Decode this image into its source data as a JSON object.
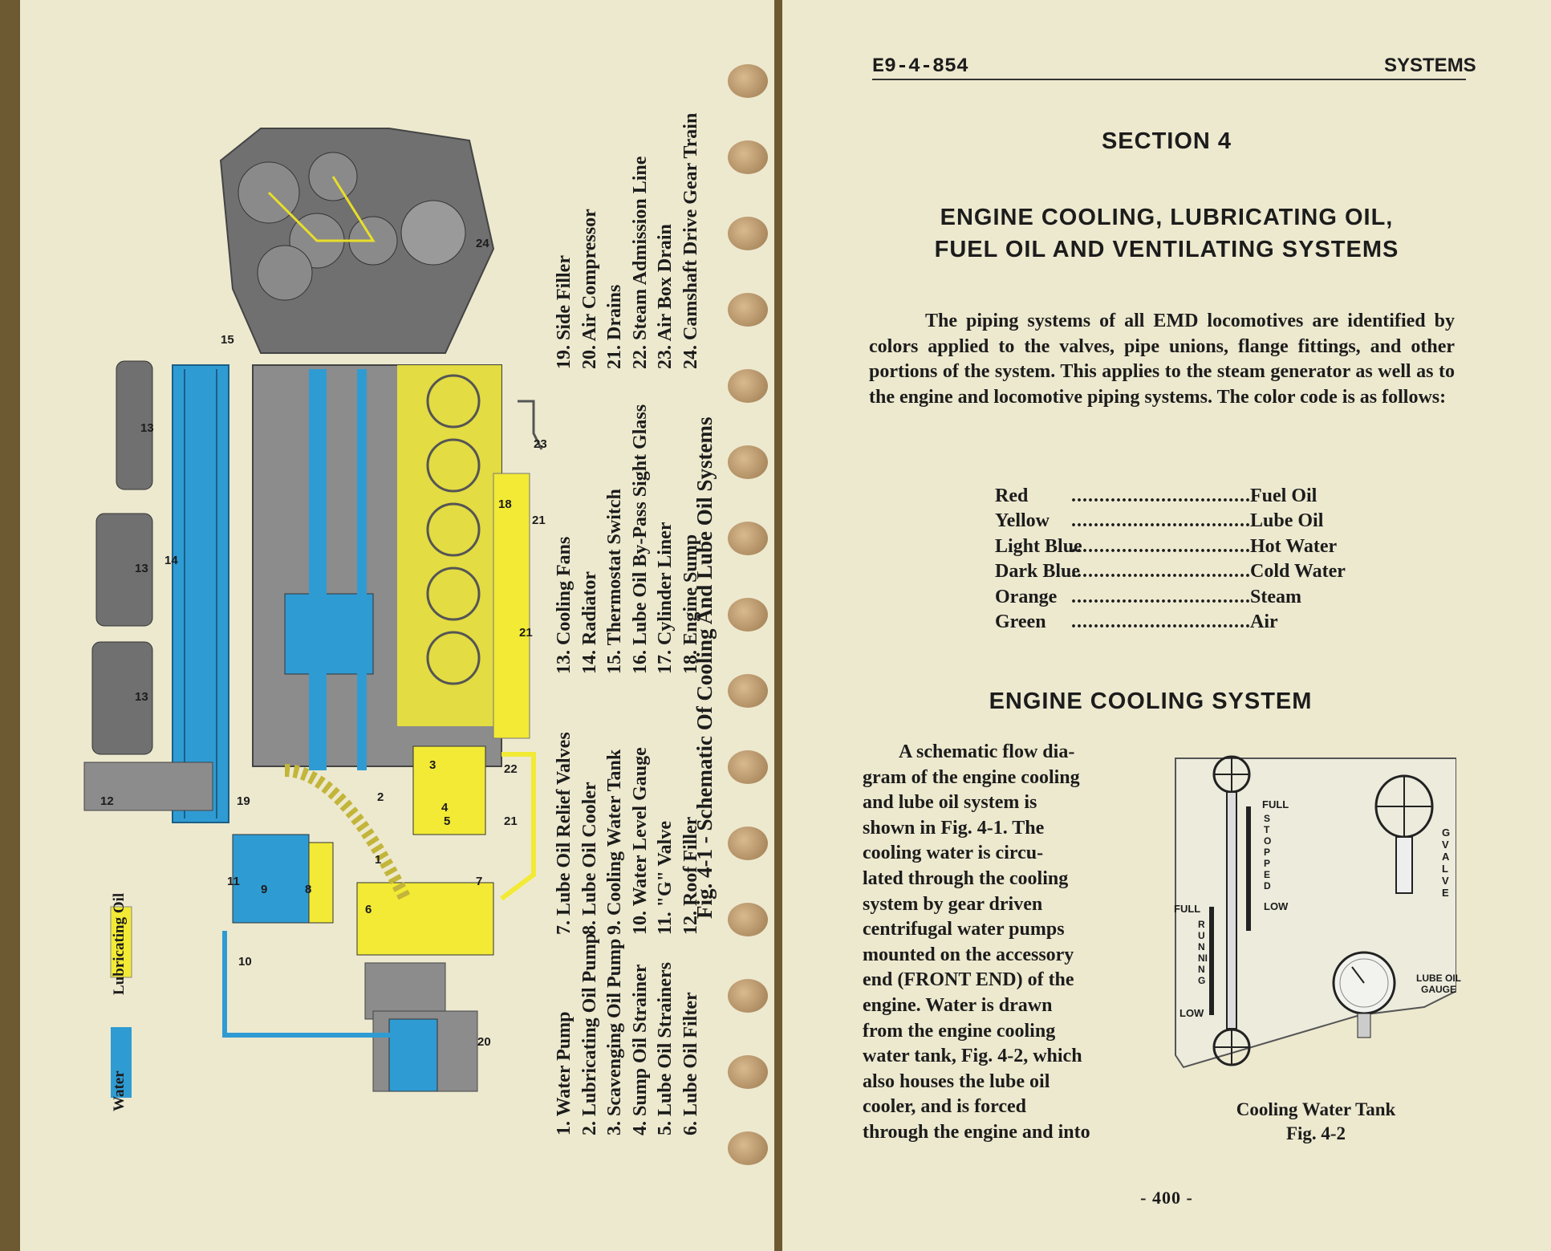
{
  "left_page": {
    "legend": {
      "water": "Water",
      "lube_oil": "Lubricating Oil"
    },
    "legend_colors": {
      "water": "#2f9bd3",
      "lube_oil": "#f2ea35",
      "engine": "#6e6e6e"
    },
    "key_col1": [
      "1. Water Pump",
      "2. Lubricating Oil Pump",
      "3. Scavenging Oil Pump",
      "4. Sump Oil Strainer",
      "5. Lube Oil Strainers",
      "6. Lube Oil Filter"
    ],
    "key_col2": [
      "7. Lube Oil Relief Valves",
      "8. Lube Oil Cooler",
      "9. Cooling Water Tank",
      "10. Water Level Gauge",
      "11. \"G\" Valve",
      "12. Roof Filler"
    ],
    "key_col3": [
      "13. Cooling Fans",
      "14. Radiator",
      "15. Thermostat Switch",
      "16. Lube Oil By-Pass Sight Glass",
      "17. Cylinder Liner",
      "18. Engine Sump"
    ],
    "key_col4": [
      "19. Side Filler",
      "20. Air Compressor",
      "21. Drains",
      "22. Steam Admission Line",
      "23. Air Box Drain",
      "24. Camshaft Drive Gear Train"
    ],
    "figure_caption": "Fig. 4-1 - Schematic Of Cooling And Lube Oil Systems",
    "callouts": [
      "1",
      "2",
      "3",
      "4",
      "5",
      "6",
      "7",
      "8",
      "9",
      "10",
      "11",
      "12",
      "13",
      "13",
      "13",
      "14",
      "15",
      "18",
      "19",
      "20",
      "21",
      "21",
      "21",
      "22",
      "23",
      "24"
    ]
  },
  "right_page": {
    "doc_number": "E9-4-854",
    "section_name": "SYSTEMS",
    "section_title": "SECTION 4",
    "systems_title_line1": "ENGINE COOLING, LUBRICATING OIL,",
    "systems_title_line2": "FUEL OIL AND VENTILATING SYSTEMS",
    "intro_paragraph": "The piping systems of all EMD locomotives are identified by colors applied to the valves, pipe unions, flange fittings, and other portions of the system. This applies to the steam generator as well as to the engine and locomotive piping systems. The color code is as follows:",
    "color_code": [
      {
        "color": "Red",
        "system": "Fuel Oil"
      },
      {
        "color": "Yellow",
        "system": "Lube Oil"
      },
      {
        "color": "Light Blue",
        "system": "Hot Water"
      },
      {
        "color": "Dark Blue",
        "system": "Cold Water"
      },
      {
        "color": "Orange",
        "system": "Steam"
      },
      {
        "color": "Green",
        "system": "Air"
      }
    ],
    "dots": "................................",
    "cooling_heading": "ENGINE COOLING SYSTEM",
    "cooling_lines": [
      "A schematic flow dia-",
      "gram of the engine cooling",
      "and lube oil system is",
      "shown in Fig. 4-1. The",
      "cooling water is circu-",
      "lated through the cooling",
      "system by gear driven",
      "centrifugal water pumps",
      "mounted on the accessory",
      "end (FRONT END) of the",
      "engine. Water is drawn",
      "from the engine cooling",
      "water tank, Fig. 4-2, which",
      "also houses the lube oil",
      "cooler, and is forced",
      "through the engine and into"
    ],
    "fig2_labels": {
      "full_top": "FULL",
      "stopped": "STOPPED",
      "low_top": "LOW",
      "full_bottom": "FULL",
      "running": "RUNNING",
      "low_bottom": "LOW",
      "g_valve": "G VALVE",
      "lube_oil_gauge": "LUBE OIL GAUGE"
    },
    "fig2_caption": "Cooling Water Tank",
    "fig2_number": "Fig. 4-2",
    "page_number": "- 400 -"
  }
}
